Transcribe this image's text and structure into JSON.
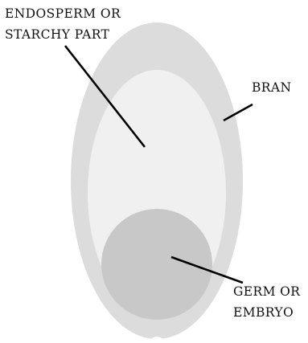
{
  "labels": {
    "endosperm": {
      "line1": "ENDOSPERM OR",
      "line2": "STARCHY PART"
    },
    "bran": {
      "line1": "BRAN"
    },
    "germ": {
      "line1": "GERM OR",
      "line2": "EMBRYO"
    }
  },
  "colors": {
    "bran": "#dcdcdc",
    "endosperm": "#f0f0f0",
    "germ": "#c8c8c8",
    "leader_line": "#000000",
    "text": "#111111"
  }
}
